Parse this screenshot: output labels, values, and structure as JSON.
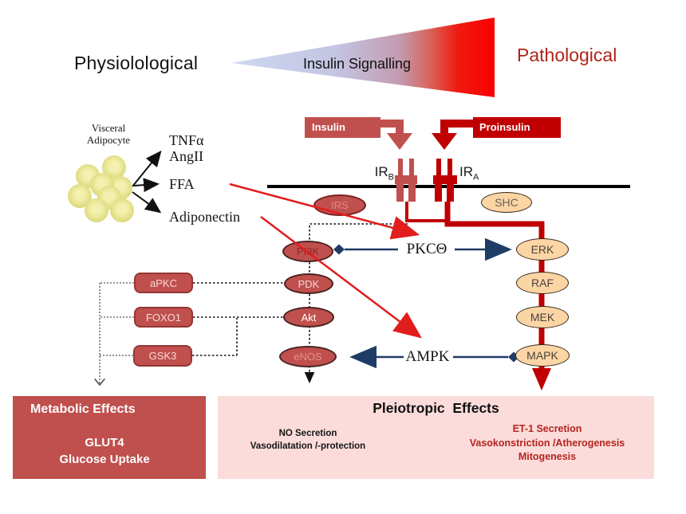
{
  "header": {
    "physiological": "Physiolological",
    "triangle": "Insulin Signalling",
    "pathological": "Pathological"
  },
  "ligands": {
    "insulin": "Insulin",
    "proinsulin": "Proinsulin"
  },
  "receptors": {
    "irb": {
      "base": "IR",
      "sub": "B"
    },
    "ira": {
      "base": "IR",
      "sub": "A"
    }
  },
  "adipocyte": {
    "label": [
      "Visceral",
      "Adipocyte"
    ],
    "factors": [
      "TNFα",
      "AngII",
      "FFA",
      "Adiponectin"
    ]
  },
  "nodes": {
    "irs": "IRS",
    "shc": "SHC",
    "pi3k": "PI3K",
    "pdk": "PDK",
    "akt": "Akt",
    "enos": "eNOS",
    "apkc": "aPKC",
    "foxo1": "FOXO1",
    "gsk3": "GSK3",
    "pkc_theta": "PKCΘ",
    "ampk": "AMPK",
    "erk": "ERK",
    "raf": "RAF",
    "mek": "MEK",
    "mapk": "MAPK"
  },
  "metabolic": {
    "title": "Metabolic Effects",
    "lines": [
      "GLUT4",
      "Glucose Uptake"
    ]
  },
  "pleiotropic": {
    "title": "Pleiotropic  Effects",
    "left": [
      "NO Secretion",
      "Vasodilatation /-protection"
    ],
    "right": [
      "ET-1 Secretion",
      "Vasokonstriction /Atherogenesis",
      "Mitogenesis"
    ]
  },
  "colors": {
    "medium_red": "#C0504D",
    "dark_red": "#C00000",
    "navy": "#1F3C66",
    "bright_red": "#E21D1D",
    "peach": "#FCD5A4",
    "pink_bg": "#FBDCDA",
    "red_text": "#B5241F",
    "adipocyte_yellow": "#DDDA7E"
  }
}
